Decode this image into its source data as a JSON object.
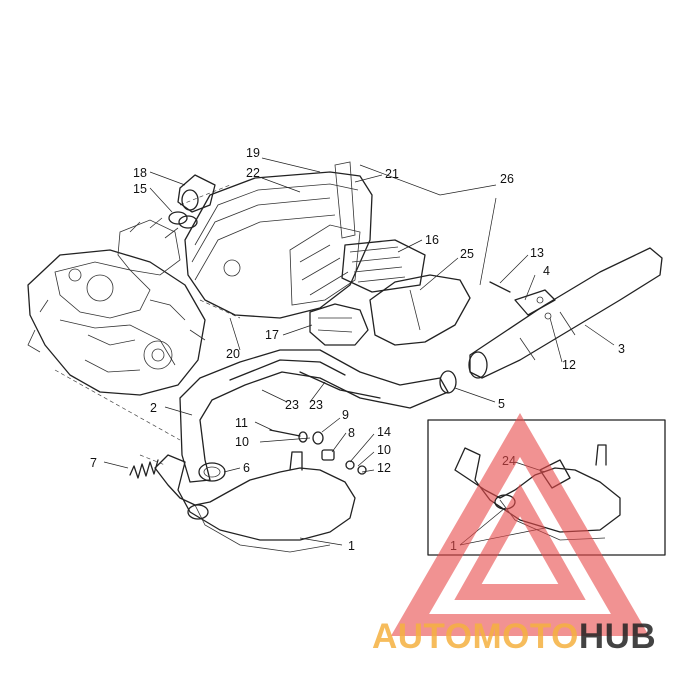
{
  "callouts": [
    {
      "text": "19"
    },
    {
      "text": "22"
    },
    {
      "text": "21"
    },
    {
      "text": "26"
    },
    {
      "text": "18"
    },
    {
      "text": "15"
    },
    {
      "text": "16"
    },
    {
      "text": "25"
    },
    {
      "text": "13"
    },
    {
      "text": "4"
    },
    {
      "text": "3"
    },
    {
      "text": "12"
    },
    {
      "text": "17"
    },
    {
      "text": "20"
    },
    {
      "text": "5"
    },
    {
      "text": "2"
    },
    {
      "text": "23"
    },
    {
      "text": "23"
    },
    {
      "text": "11"
    },
    {
      "text": "9"
    },
    {
      "text": "10"
    },
    {
      "text": "8"
    },
    {
      "text": "14"
    },
    {
      "text": "10"
    },
    {
      "text": "12"
    },
    {
      "text": "7"
    },
    {
      "text": "6"
    },
    {
      "text": "1"
    },
    {
      "text": "24"
    },
    {
      "text": "1"
    }
  ],
  "watermark": {
    "brand_part_1": "AUTOMOTO",
    "brand_part_2": "HUB",
    "color_light": "#f4b040",
    "color_dark": "#222222",
    "triangle_color": "#e84a4a"
  }
}
